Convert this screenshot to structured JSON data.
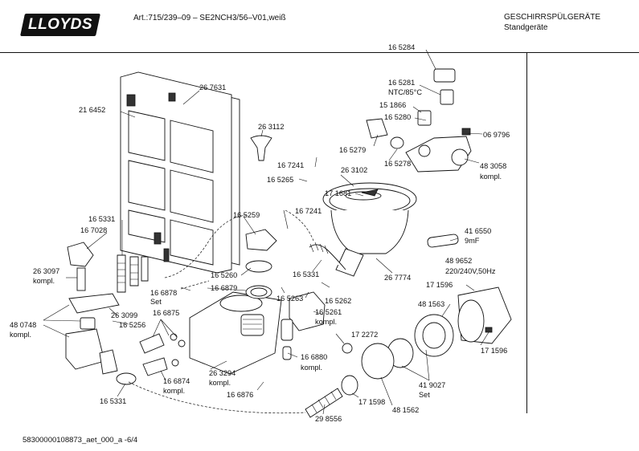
{
  "header": {
    "brand": "LLOYDS",
    "article": "Art.:715/239–09 – SE2NCH3/56–V01,weiß",
    "category_line1": "GESCHIRRSPÜLGERÄTE",
    "category_line2": "Standgeräte"
  },
  "footer": {
    "doc_id": "58300000108873_aet_000_a   -6/4"
  },
  "callouts": [
    {
      "id": "c1",
      "text": "26 7631"
    },
    {
      "id": "c2",
      "text": "21 6452"
    },
    {
      "id": "c3",
      "text": "26 3112"
    },
    {
      "id": "c4",
      "text": "16 5284"
    },
    {
      "id": "c5",
      "text": "16 5281"
    },
    {
      "id": "c6",
      "text": "NTC/85°C"
    },
    {
      "id": "c7",
      "text": "15 1866"
    },
    {
      "id": "c8",
      "text": "16 5280"
    },
    {
      "id": "c9",
      "text": "06 9796"
    },
    {
      "id": "c10",
      "text": "16 5279"
    },
    {
      "id": "c11",
      "text": "16 5278"
    },
    {
      "id": "c12",
      "text": "48 3058"
    },
    {
      "id": "c13",
      "text": "kompl."
    },
    {
      "id": "c14",
      "text": "16 7241"
    },
    {
      "id": "c15",
      "text": "26 3102"
    },
    {
      "id": "c16",
      "text": "16 5265"
    },
    {
      "id": "c17",
      "text": "17 1681"
    },
    {
      "id": "c18",
      "text": "16 5259"
    },
    {
      "id": "c19",
      "text": "16 7241"
    },
    {
      "id": "c20",
      "text": "16 5331"
    },
    {
      "id": "c21",
      "text": "16 7028"
    },
    {
      "id": "c22",
      "text": "41 6550"
    },
    {
      "id": "c23",
      "text": "9mF"
    },
    {
      "id": "c24",
      "text": "26 3097"
    },
    {
      "id": "c25",
      "text": "kompl."
    },
    {
      "id": "c26",
      "text": "16 5260"
    },
    {
      "id": "c27",
      "text": "16 5331"
    },
    {
      "id": "c28",
      "text": "26 7774"
    },
    {
      "id": "c29",
      "text": "48 9652"
    },
    {
      "id": "c30",
      "text": "220/240V,50Hz"
    },
    {
      "id": "c31",
      "text": "16 6878"
    },
    {
      "id": "c32",
      "text": "Set"
    },
    {
      "id": "c33",
      "text": "16 6879"
    },
    {
      "id": "c34",
      "text": "16 5262"
    },
    {
      "id": "c35",
      "text": "17 1596"
    },
    {
      "id": "c36",
      "text": "16 5263"
    },
    {
      "id": "c37",
      "text": "16 5261"
    },
    {
      "id": "c38",
      "text": "kompl."
    },
    {
      "id": "c39",
      "text": "48 1563"
    },
    {
      "id": "c40",
      "text": "26 3099"
    },
    {
      "id": "c41",
      "text": "16 6875"
    },
    {
      "id": "c42",
      "text": "48 0748"
    },
    {
      "id": "c43",
      "text": "kompl."
    },
    {
      "id": "c44",
      "text": "16 5256"
    },
    {
      "id": "c45",
      "text": "17 2272"
    },
    {
      "id": "c46",
      "text": "17 1596"
    },
    {
      "id": "c47",
      "text": "16 6880"
    },
    {
      "id": "c48",
      "text": "kompl."
    },
    {
      "id": "c49",
      "text": "26 3294"
    },
    {
      "id": "c50",
      "text": "kompl."
    },
    {
      "id": "c51",
      "text": "16 6874"
    },
    {
      "id": "c52",
      "text": "kompl."
    },
    {
      "id": "c53",
      "text": "41 9027"
    },
    {
      "id": "c54",
      "text": "Set"
    },
    {
      "id": "c55",
      "text": "16 6876"
    },
    {
      "id": "c56",
      "text": "17 1598"
    },
    {
      "id": "c57",
      "text": "48 1562"
    },
    {
      "id": "c58",
      "text": "16 5331"
    },
    {
      "id": "c59",
      "text": "29 8556"
    }
  ]
}
